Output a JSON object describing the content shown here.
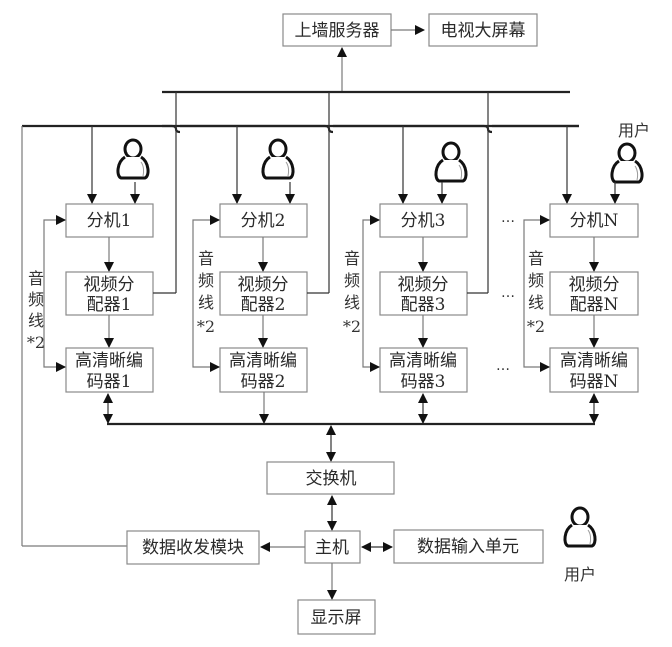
{
  "top": {
    "wall_server": "上墙服务器",
    "tv_screen": "电视大屏幕"
  },
  "branches": [
    {
      "extension": "分机1",
      "splitter_line1": "视频分",
      "splitter_line2": "配器1",
      "encoder_line1": "高清晰编",
      "encoder_line2": "码器1",
      "audio": [
        "音",
        "频",
        "线",
        "*2"
      ]
    },
    {
      "extension": "分机2",
      "splitter_line1": "视频分",
      "splitter_line2": "配器2",
      "encoder_line1": "高清晰编",
      "encoder_line2": "码器2",
      "audio": [
        "音",
        "频",
        "线",
        "*2"
      ]
    },
    {
      "extension": "分机3",
      "splitter_line1": "视频分",
      "splitter_line2": "配器3",
      "encoder_line1": "高清晰编",
      "encoder_line2": "码器3",
      "audio": [
        "音",
        "频",
        "线",
        "*2"
      ]
    },
    {
      "extension": "分机N",
      "splitter_line1": "视频分",
      "splitter_line2": "配器N",
      "encoder_line1": "高清晰编",
      "encoder_line2": "码器N",
      "audio": [
        "音",
        "频",
        "线",
        "*2"
      ]
    }
  ],
  "ellipsis": "…",
  "user_label": "用户",
  "bottom": {
    "switch": "交换机",
    "host": "主机",
    "transceiver": "数据收发模块",
    "input_unit": "数据输入单元",
    "display": "显示屏",
    "user_label": "用户"
  }
}
